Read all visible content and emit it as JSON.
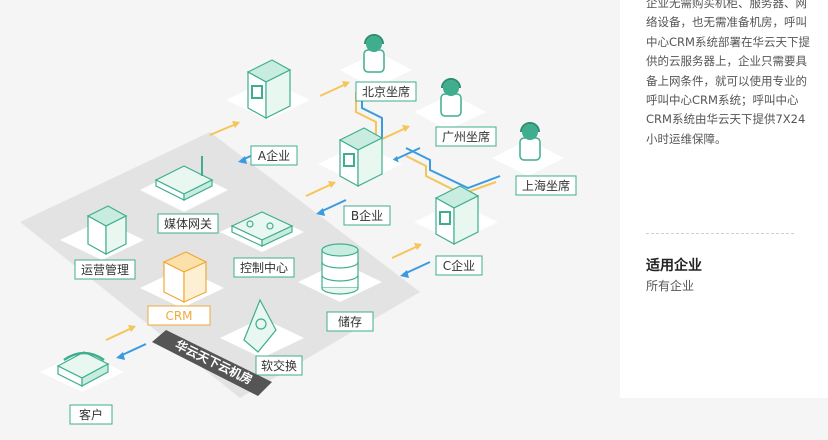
{
  "diagram": {
    "room_banner": "华云天下云机房",
    "nodes": {
      "beijing": "北京坐席",
      "guangzhou": "广州坐席",
      "shanghai": "上海坐席",
      "a": "A企业",
      "b": "B企业",
      "c": "C企业",
      "gateway": "媒体网关",
      "control": "控制中心",
      "storage": "储存",
      "ops": "运营管理",
      "crm": "CRM",
      "switch": "软交换",
      "customer": "客户"
    },
    "colors": {
      "accent_green": "#3fae8f",
      "accent_orange": "#f0a93b",
      "arrow_blue": "#3a9be0",
      "arrow_yellow": "#f5c55a"
    }
  },
  "panel": {
    "description": "企业无需购买机柜、服务器、网络设备，也无需准备机房，呼叫中心CRM系统部署在华云天下提供的云服务器上，企业只需要具备上网条件，就可以使用专业的呼叫中心CRM系统；呼叫中心CRM系统由华云天下提供7X24小时运维保障。",
    "section_title": "适用企业",
    "section_value": "所有企业"
  }
}
